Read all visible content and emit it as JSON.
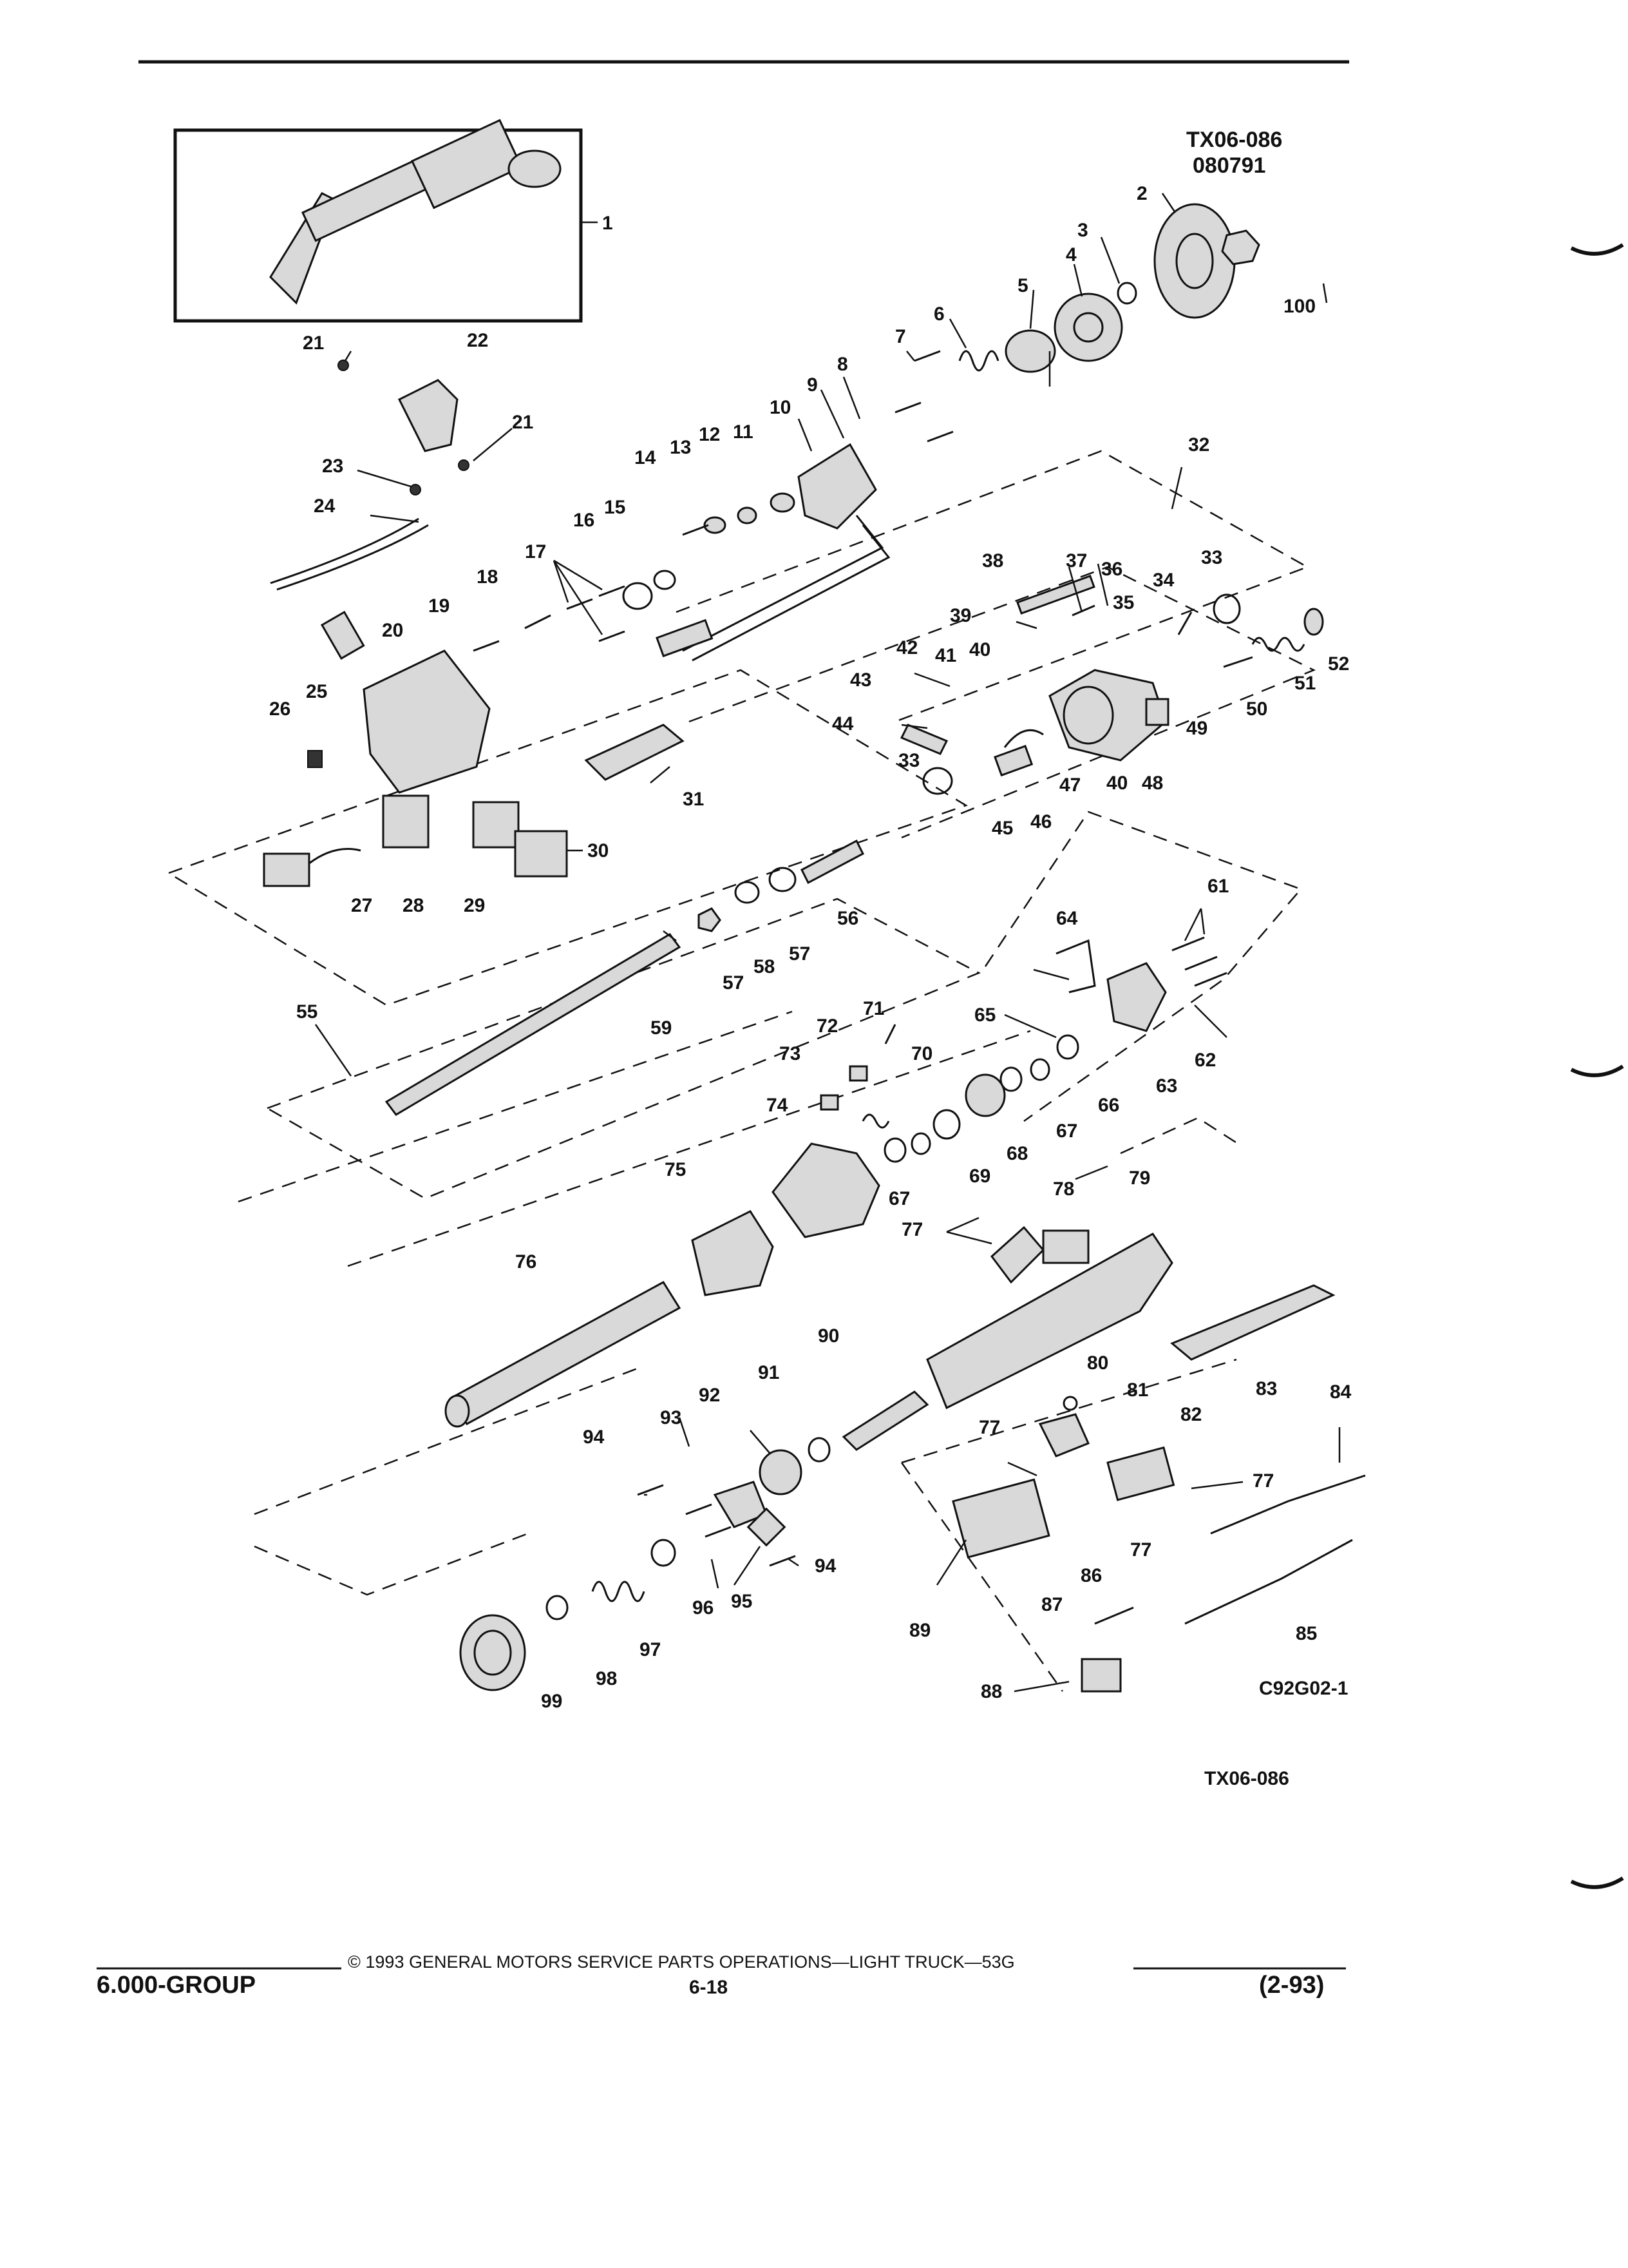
{
  "header": {
    "code": "TX06-086",
    "date": "080791"
  },
  "figure": {
    "code": "C92G02-1",
    "ref": "TX06-086"
  },
  "labels": [
    "1",
    "2",
    "3",
    "4",
    "5",
    "6",
    "7",
    "8",
    "9",
    "10",
    "11",
    "12",
    "13",
    "14",
    "15",
    "16",
    "17",
    "18",
    "19",
    "20",
    "21",
    "21",
    "22",
    "23",
    "24",
    "25",
    "26",
    "27",
    "28",
    "29",
    "30",
    "31",
    "32",
    "33",
    "33",
    "34",
    "35",
    "36",
    "37",
    "38",
    "39",
    "40",
    "40",
    "41",
    "42",
    "43",
    "44",
    "45",
    "46",
    "47",
    "48",
    "49",
    "50",
    "51",
    "52",
    "55",
    "56",
    "57",
    "57",
    "58",
    "59",
    "61",
    "62",
    "63",
    "64",
    "65",
    "66",
    "67",
    "67",
    "68",
    "69",
    "70",
    "71",
    "72",
    "73",
    "74",
    "75",
    "76",
    "77",
    "77",
    "77",
    "77",
    "78",
    "79",
    "80",
    "81",
    "82",
    "83",
    "84",
    "85",
    "86",
    "87",
    "88",
    "89",
    "90",
    "91",
    "92",
    "93",
    "94",
    "94",
    "95",
    "96",
    "97",
    "98",
    "99",
    "100"
  ],
  "footer": {
    "copyright": "© 1993 GENERAL MOTORS SERVICE PARTS OPERATIONS—LIGHT TRUCK—53G",
    "group": "6.000-GROUP",
    "page": "6-18",
    "date": "(2-93)"
  }
}
